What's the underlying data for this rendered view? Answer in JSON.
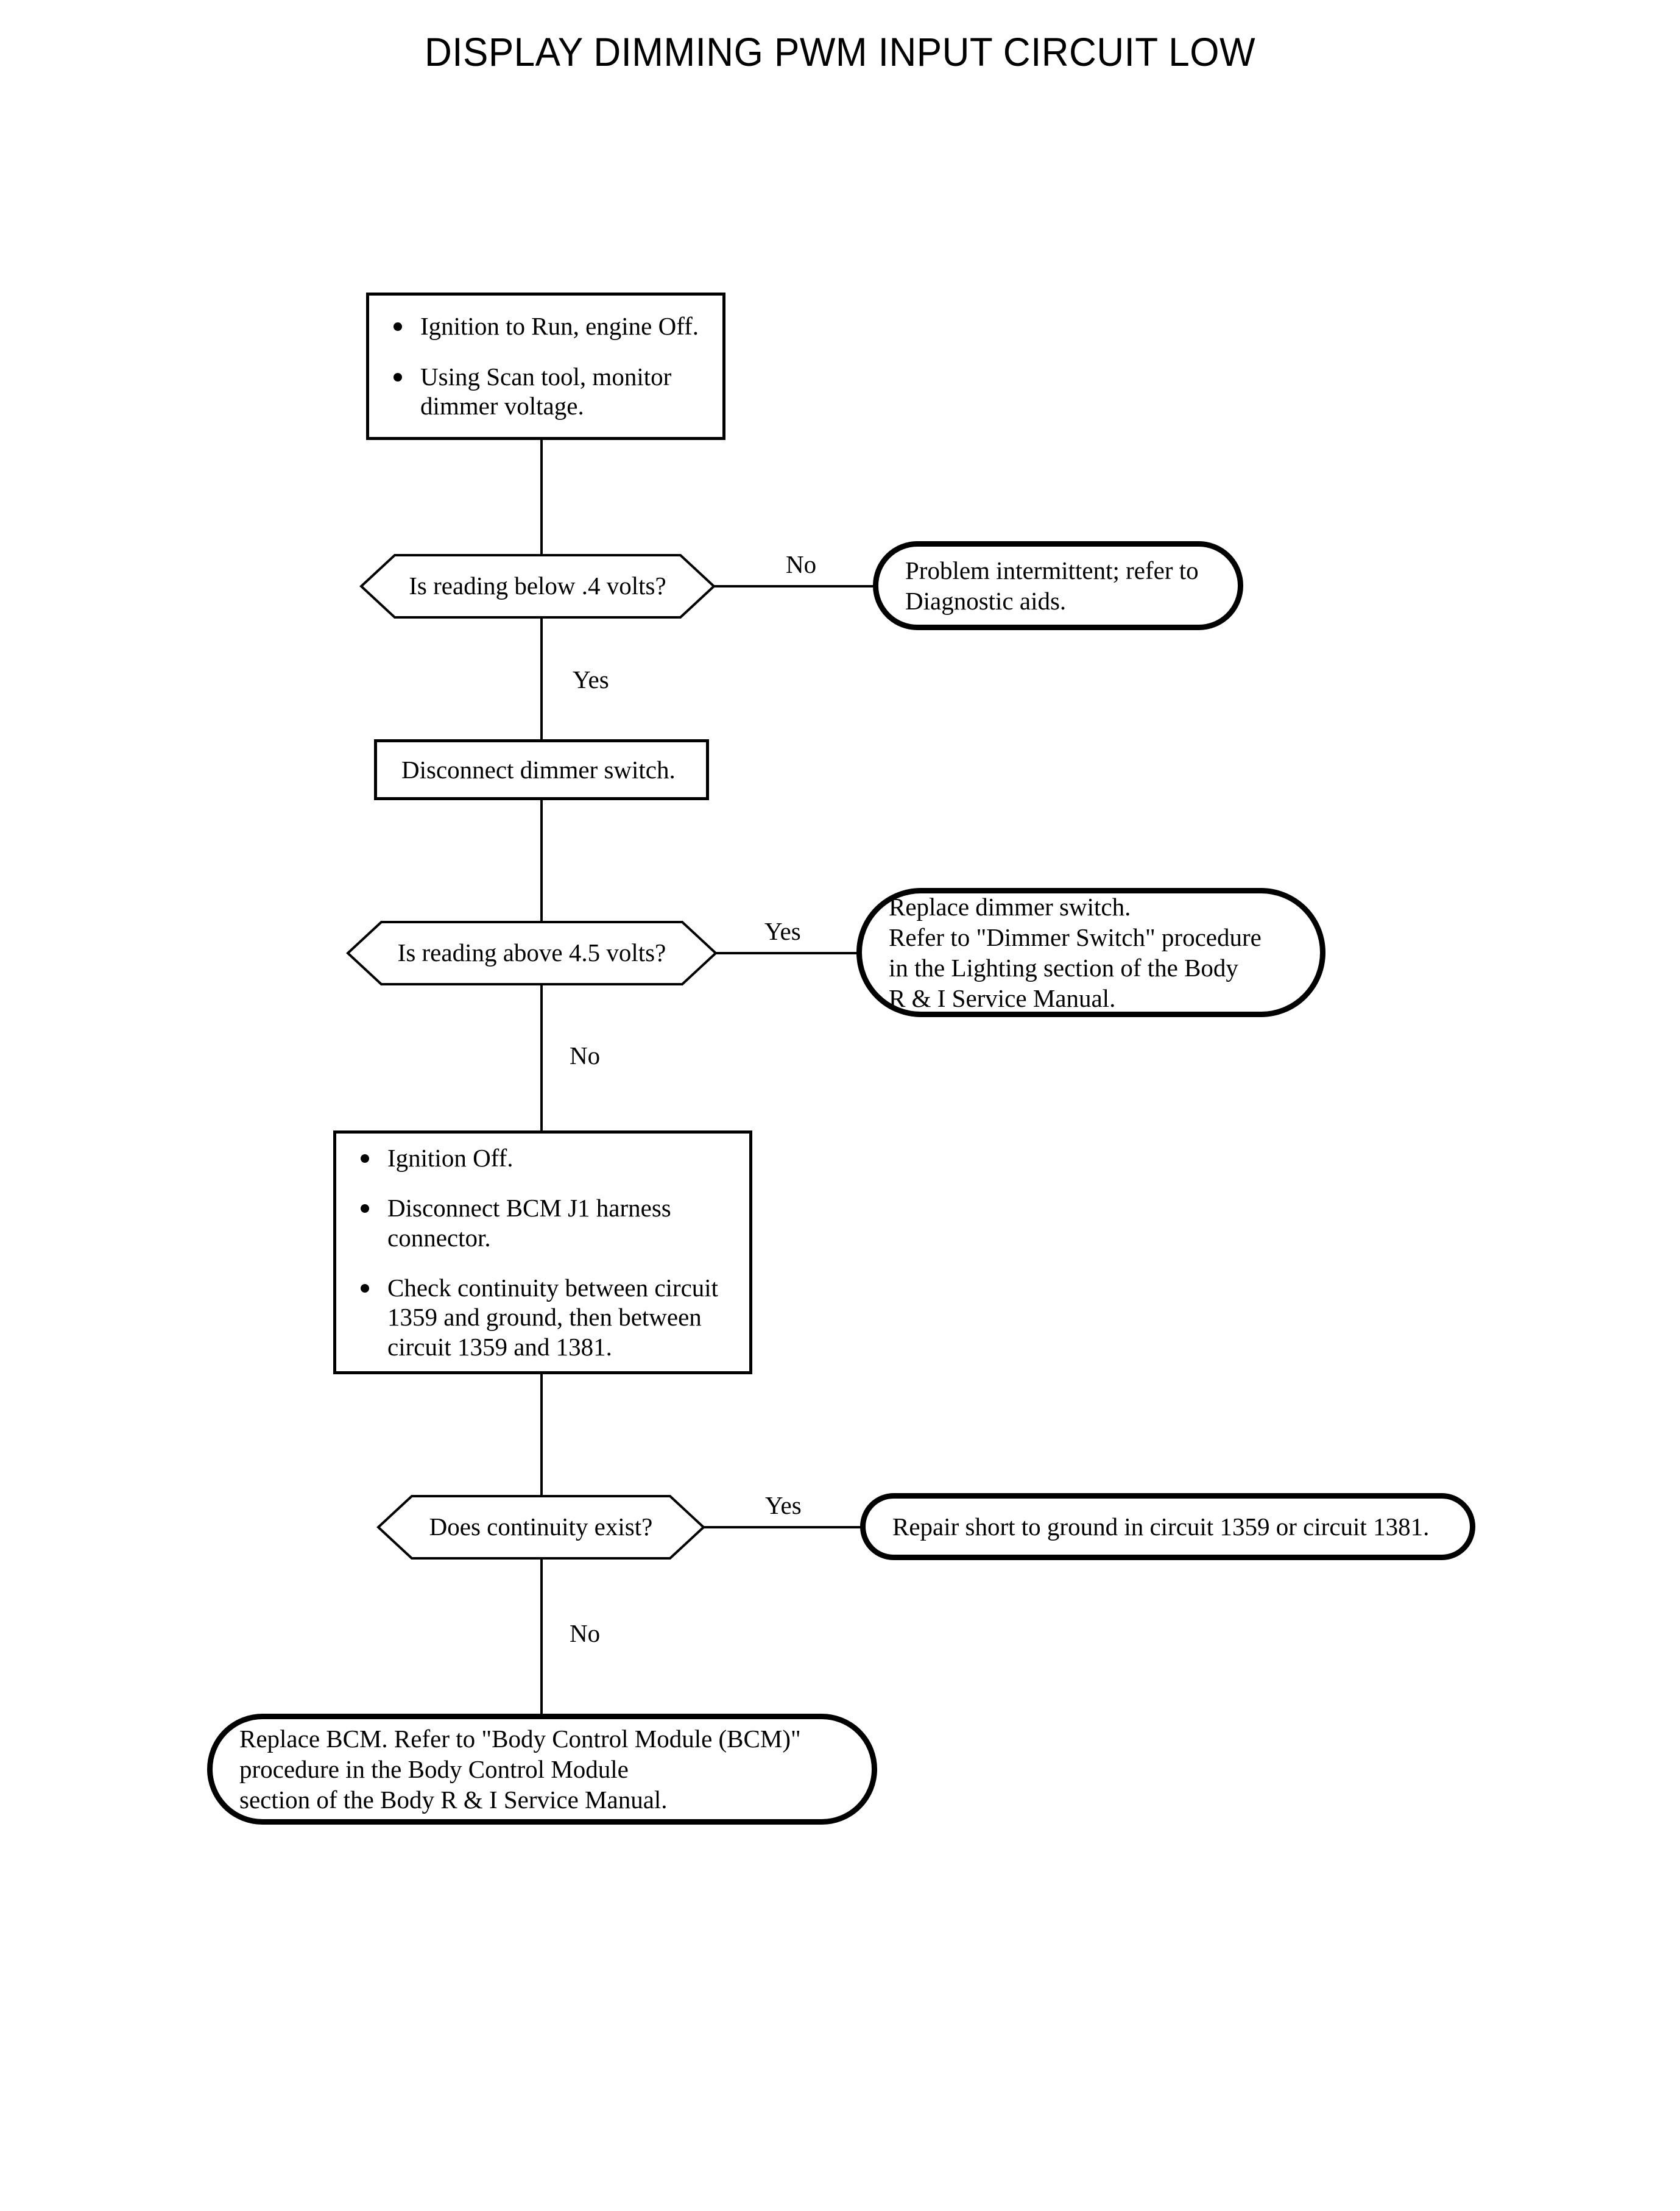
{
  "title": "DISPLAY DIMMING PWM INPUT CIRCUIT LOW",
  "colors": {
    "stroke": "#000000",
    "background": "#ffffff",
    "text": "#000000"
  },
  "nodes": {
    "step1": {
      "type": "process",
      "bullets": [
        "Ignition to Run, engine Off.",
        "Using Scan tool, monitor dimmer voltage."
      ]
    },
    "decision1": {
      "type": "decision",
      "text": "Is reading below .4 volts?"
    },
    "terminal1": {
      "type": "terminal",
      "lines": [
        "Problem intermittent; refer to",
        "Diagnostic aids."
      ]
    },
    "step2": {
      "type": "process",
      "lines": [
        "Disconnect dimmer switch."
      ]
    },
    "decision2": {
      "type": "decision",
      "text": "Is reading above 4.5 volts?"
    },
    "terminal2": {
      "type": "terminal",
      "lines": [
        "Replace dimmer switch.",
        "Refer to \"Dimmer Switch\" procedure",
        "in the Lighting section of the Body",
        "R & I Service Manual."
      ]
    },
    "step3": {
      "type": "process",
      "bullets": [
        "Ignition Off.",
        "Disconnect BCM J1 harness connector.",
        "Check continuity between circuit 1359 and ground, then between circuit 1359 and 1381."
      ]
    },
    "decision3": {
      "type": "decision",
      "text": "Does continuity exist?"
    },
    "terminal3": {
      "type": "terminal",
      "lines": [
        "Repair short to ground in circuit 1359 or circuit 1381."
      ]
    },
    "terminal4": {
      "type": "terminal",
      "lines": [
        "Replace BCM. Refer to \"Body Control Module (BCM)\"",
        "procedure in the Body Control Module",
        "section of the Body R & I Service Manual."
      ]
    }
  },
  "edges": {
    "d1_no": "No",
    "d1_yes": "Yes",
    "d2_yes": "Yes",
    "d2_no": "No",
    "d3_yes": "Yes",
    "d3_no": "No"
  }
}
